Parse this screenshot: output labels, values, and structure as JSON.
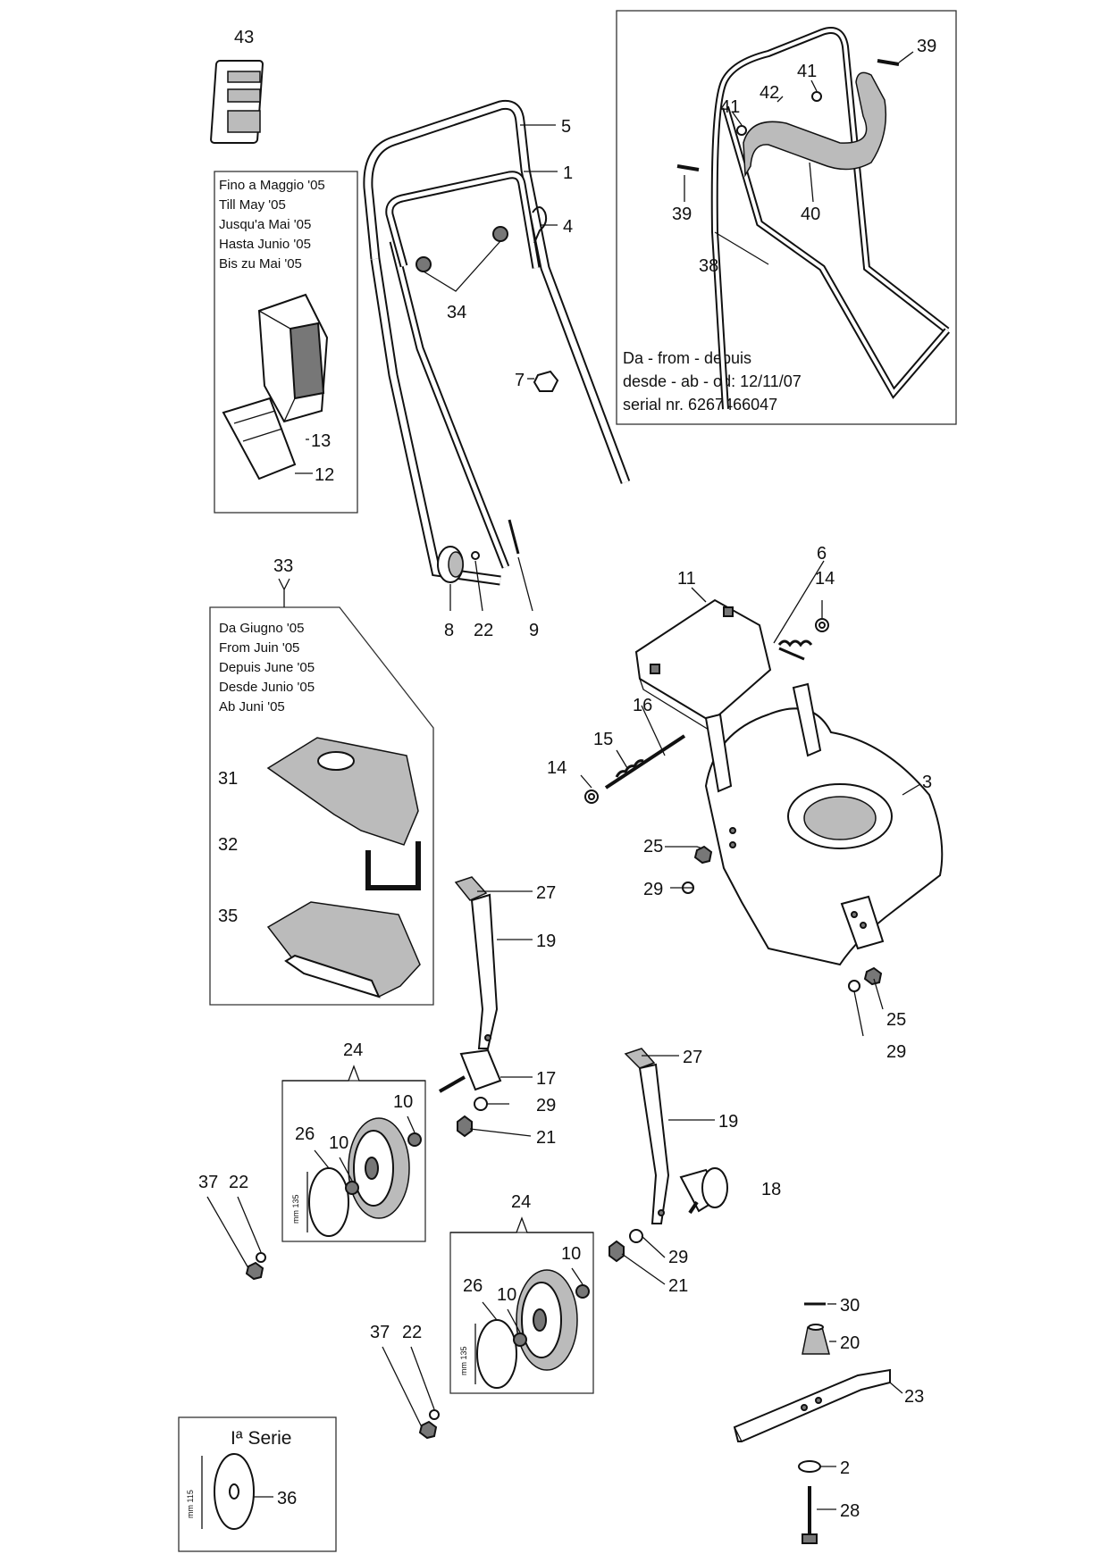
{
  "callouts": {
    "n1": "1",
    "n2": "2",
    "n3": "3",
    "n4": "4",
    "n5": "5",
    "n6": "6",
    "n7": "7",
    "n8": "8",
    "n9": "9",
    "n10": "10",
    "n11": "11",
    "n12": "12",
    "n13": "13",
    "n14": "14",
    "n15": "15",
    "n16": "16",
    "n17": "17",
    "n18": "18",
    "n19": "19",
    "n20": "20",
    "n21": "21",
    "n22": "22",
    "n23": "23",
    "n24": "24",
    "n25": "25",
    "n26": "26",
    "n27": "27",
    "n28": "28",
    "n29": "29",
    "n30": "30",
    "n31": "31",
    "n32": "32",
    "n33": "33",
    "n34": "34",
    "n35": "35",
    "n36": "36",
    "n37": "37",
    "n38": "38",
    "n39": "39",
    "n40": "40",
    "n41": "41",
    "n42": "42",
    "n43": "43"
  },
  "box_until_may": {
    "lines": [
      "Fino a Maggio '05",
      "Till May '05",
      "Jusqu'a Mai '05",
      "Hasta Junio '05",
      "Bis zu Mai '05"
    ]
  },
  "box_from_june": {
    "lines": [
      "Da Giugno '05",
      "From Juin '05",
      "Depuis June '05",
      "Desde Junio '05",
      "Ab Juni '05"
    ]
  },
  "box_new_handle": {
    "lines": [
      "Da - from - depuis",
      "desde - ab - od: 12/11/07",
      "serial nr. 6267466047"
    ]
  },
  "box_first_series": {
    "title": "Iª Serie",
    "dimension": "mm 115"
  },
  "wheel_dimension": "mm 135"
}
